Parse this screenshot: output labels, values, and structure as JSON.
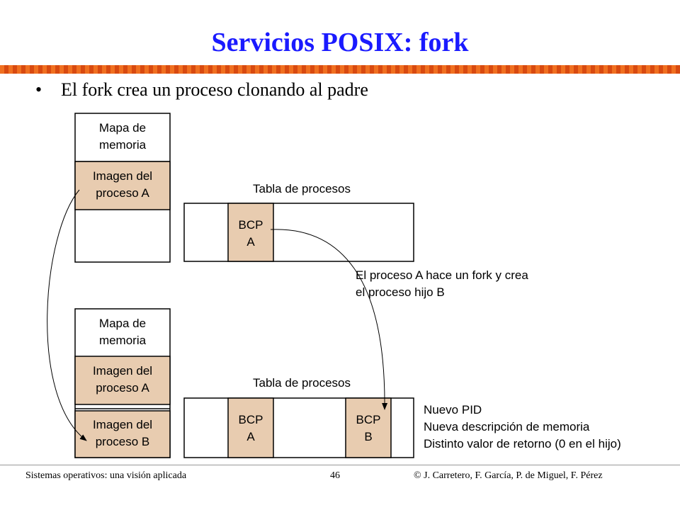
{
  "title": "Servicios POSIX: fork",
  "bullet": "El fork crea un proceso clonando al padre",
  "diagram": {
    "top": {
      "memory_map_label": [
        "Mapa de",
        "memoria"
      ],
      "process_image": [
        "Imagen del",
        "proceso A"
      ],
      "process_table_label": "Tabla de procesos",
      "bcp": [
        "BCP",
        "A"
      ]
    },
    "annotation": [
      "El proceso A hace un fork y crea",
      "el proceso hijo B"
    ],
    "bottom": {
      "memory_map_label": [
        "Mapa de",
        "memoria"
      ],
      "process_image_a": [
        "Imagen del",
        "proceso A"
      ],
      "process_image_b": [
        "Imagen del",
        "proceso B"
      ],
      "process_table_label": "Tabla de procesos",
      "bcp_a": [
        "BCP",
        "A"
      ],
      "bcp_b": [
        "BCP",
        "B"
      ],
      "notes": [
        "Nuevo PID",
        "Nueva descripción de memoria",
        "Distinto valor de retorno (0 en el hijo)"
      ]
    },
    "colors": {
      "fill": "#e8ccb0",
      "stroke": "#000000"
    }
  },
  "footer": {
    "left": "Sistemas operativos: una visión aplicada",
    "page": "46",
    "right": "© J. Carretero, F. García, P. de Miguel, F. Pérez"
  }
}
